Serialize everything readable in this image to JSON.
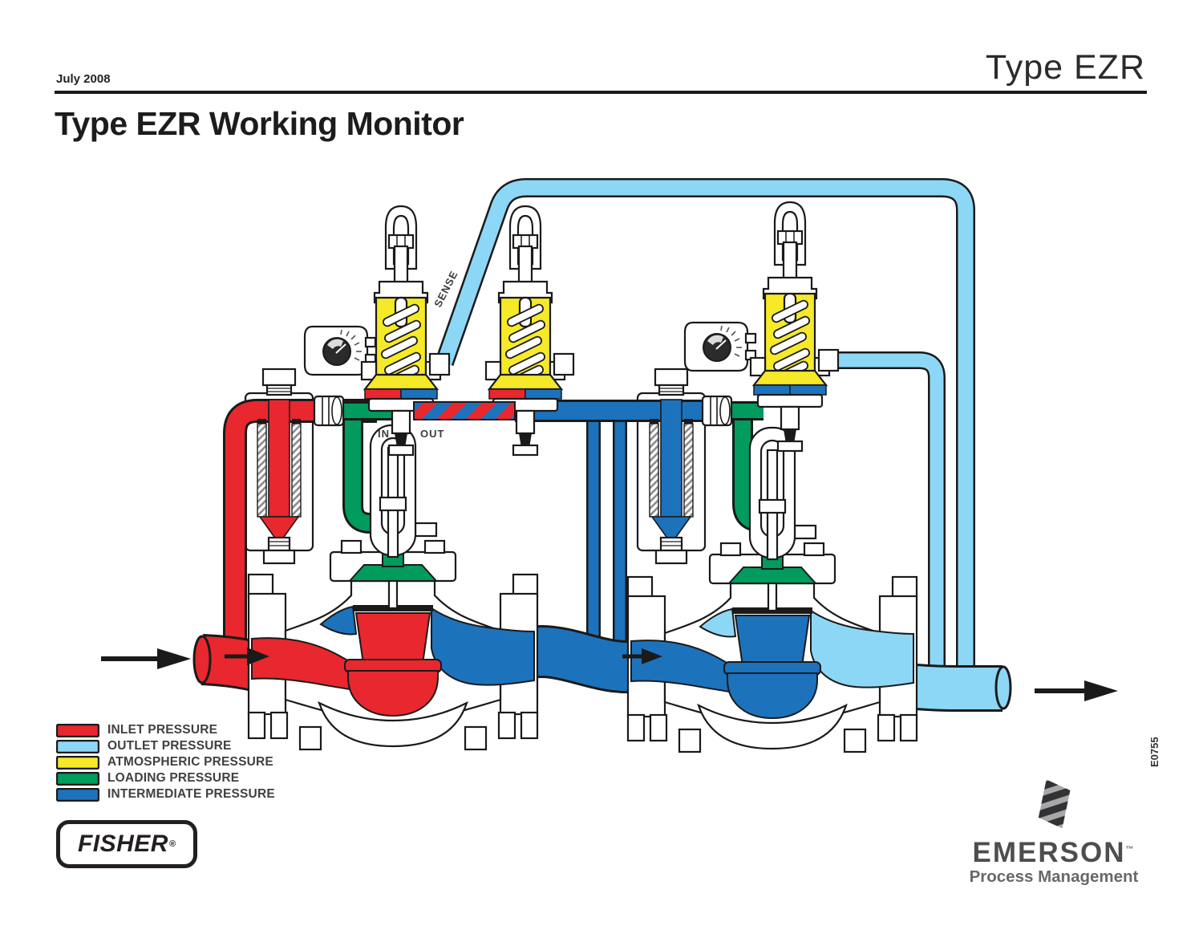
{
  "header": {
    "date": "July 2008",
    "product": "Type EZR"
  },
  "title": "Type EZR Working Monitor",
  "diagram": {
    "labels": {
      "sense": "SENSE",
      "in": "IN",
      "out": "OUT"
    },
    "figure_code": "E0755"
  },
  "legend": {
    "items": [
      {
        "label": "INLET PRESSURE",
        "color": "#e8272e"
      },
      {
        "label": "OUTLET PRESSURE",
        "color": "#8dd7f6"
      },
      {
        "label": "ATMOSPHERIC PRESSURE",
        "color": "#f5e928"
      },
      {
        "label": "LOADING PRESSURE",
        "color": "#009b5d"
      },
      {
        "label": "INTERMEDIATE PRESSURE",
        "color": "#1d72bc"
      }
    ]
  },
  "logos": {
    "fisher": {
      "wordmark": "FISHER",
      "registered_mark": "®"
    },
    "emerson": {
      "wordmark": "EMERSON",
      "trademark": "™",
      "tagline": "Process Management"
    }
  },
  "colors": {
    "inlet": "#e8272e",
    "outlet": "#8dd7f6",
    "atmospheric": "#f5e928",
    "loading": "#009b5d",
    "intermediate": "#1d72bc",
    "outline": "#1a1a1a",
    "text": "#3c3c3c"
  }
}
